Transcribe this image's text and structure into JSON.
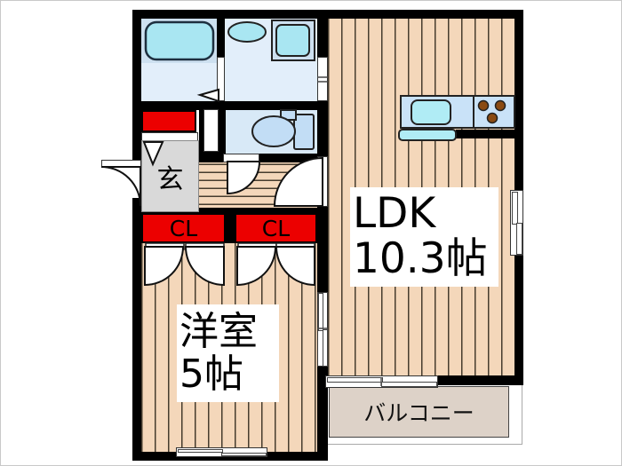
{
  "plan": {
    "labels": {
      "ldk": {
        "line1": "LDK",
        "line2": "10.3帖"
      },
      "bedroom": {
        "line1": "洋室",
        "line2": "5帖"
      },
      "balcony": "バルコニー",
      "entrance": "玄",
      "closet1": "CL",
      "closet2": "CL"
    },
    "fixtures": [
      "bathtub",
      "washbasin",
      "washing-machine",
      "toilet",
      "kitchen-counter",
      "kitchen-sink",
      "stove-burners"
    ],
    "colors": {
      "wall": "#000000",
      "floor_wood": "#f4d7ba",
      "floor_wood_stripe": "#463c2e",
      "closet_red": "#ec0000",
      "wet_area_floor": "#e2eefa",
      "fixture_panel": "#cde0f0",
      "fixture_cyan": "#a9e6f2",
      "kitchen_counter_blue": "#c9e2f8",
      "toilet_blue": "#c2ddf5",
      "burner_brown": "#8a4a12",
      "entrance_gray": "#d9d9d9",
      "balcony_beige": "#ddd2c8"
    }
  }
}
